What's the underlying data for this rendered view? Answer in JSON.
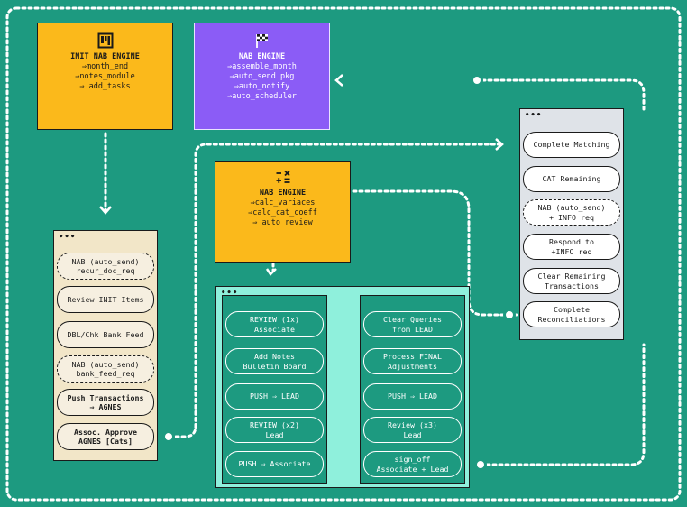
{
  "engines": {
    "init": {
      "title": "INIT NAB ENGINE",
      "lines": [
        "⇒month_end",
        "⇒notes_module",
        "⇒ add_tasks"
      ],
      "icon": "kanban-board-icon"
    },
    "assemble": {
      "title": "NAB ENGINE",
      "lines": [
        "⇒assemble_month",
        "⇒auto_send pkg",
        "⇒auto_notify",
        "⇒auto_scheduler"
      ],
      "icon": "checkered-flag-icon"
    },
    "calc": {
      "title": "NAB ENGINE",
      "lines": [
        "⇒calc_variaces",
        "⇒calc_cat_coeff",
        "⇒ auto_review"
      ],
      "icon": "calculator-icon"
    }
  },
  "left_panel": {
    "items": [
      {
        "lines": [
          "NAB (auto_send)",
          "recur_doc_req"
        ]
      },
      {
        "lines": [
          "Review INIT Items"
        ]
      },
      {
        "lines": [
          "DBL/Chk Bank Feed"
        ]
      },
      {
        "lines": [
          "NAB (auto_send)",
          "bank_feed_req"
        ]
      },
      {
        "lines": [
          "Push Transactions",
          "⇒ AGNES"
        ]
      },
      {
        "lines": [
          "Assoc. Approve",
          "AGNES [Cats]"
        ]
      }
    ]
  },
  "right_panel": {
    "items": [
      {
        "lines": [
          "Complete Matching"
        ]
      },
      {
        "lines": [
          "CAT Remaining"
        ]
      },
      {
        "lines": [
          "NAB (auto_send)",
          "+ INFO req"
        ]
      },
      {
        "lines": [
          "Respond to",
          "+INFO req"
        ]
      },
      {
        "lines": [
          "Clear Remaining",
          "Transactions"
        ]
      },
      {
        "lines": [
          "Complete",
          "Reconciliations"
        ]
      }
    ]
  },
  "center_panel": {
    "left_column": [
      {
        "lines": [
          "REVIEW (1x)",
          "Associate"
        ]
      },
      {
        "lines": [
          "Add Notes",
          "Bulletin Board"
        ]
      },
      {
        "lines": [
          "PUSH ⇒ LEAD"
        ]
      },
      {
        "lines": [
          "REVIEW (x2)",
          "Lead"
        ]
      },
      {
        "lines": [
          "PUSH ⇒ Associate"
        ]
      }
    ],
    "right_column": [
      {
        "lines": [
          "Clear Queries",
          "from LEAD"
        ]
      },
      {
        "lines": [
          "Process FINAL",
          "Adjustments"
        ]
      },
      {
        "lines": [
          "PUSH ⇒ LEAD"
        ]
      },
      {
        "lines": [
          "Review (x3)",
          "Lead"
        ]
      },
      {
        "lines": [
          "sign_off",
          "Associate + Lead"
        ]
      }
    ]
  },
  "colors": {
    "background": "#1d9a80",
    "engine_yellow": "#fbb91b",
    "engine_purple": "#8b5cf6",
    "panel_beige": "#f2e6c8",
    "panel_gray": "#dfe3e8",
    "panel_mint": "#8ff0dc",
    "connector": "#ffffff"
  }
}
